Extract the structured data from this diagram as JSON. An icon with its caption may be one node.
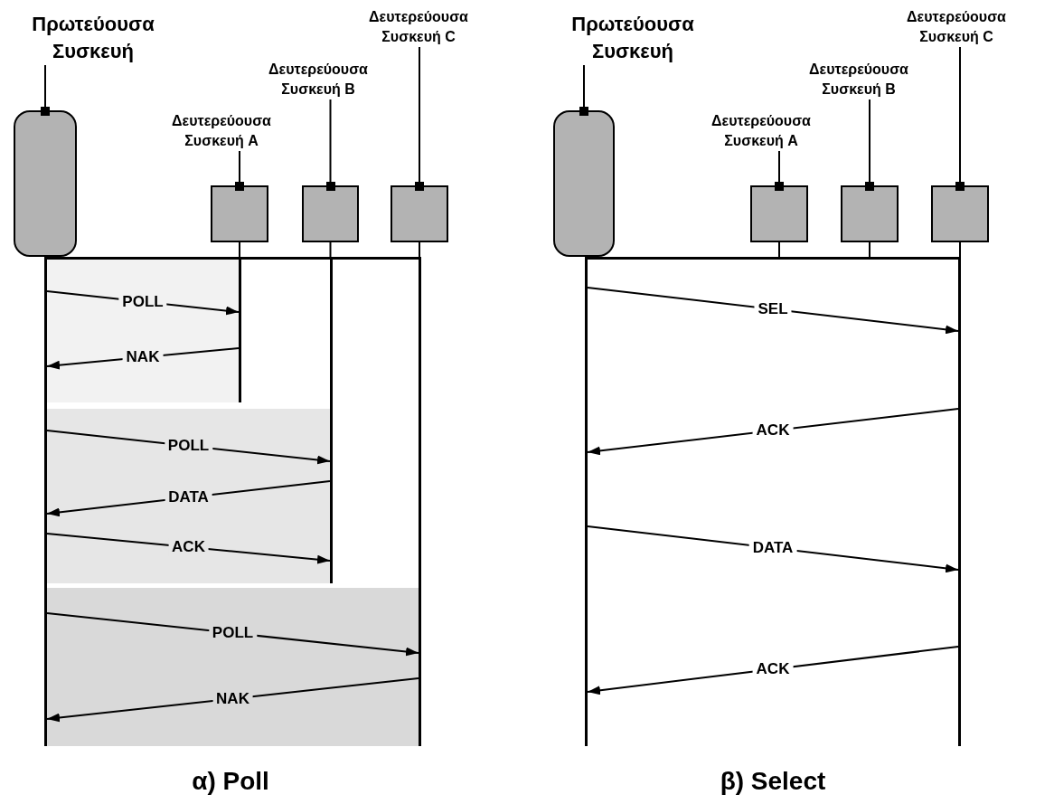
{
  "diagram": {
    "nodes": [
      {
        "text": [
          "Πρωτεύουσα Συσκευή"
        ]
      },
      {
        "text": [
          "Δευτερεύουσα Συσκευή A"
        ]
      },
      {
        "text": [
          "Δευτερεύουσα Συσκευή B"
        ]
      },
      {
        "text": [
          "Δευτερεύουσα Συσκευή C"
        ]
      },
      {
        "text": [
          "Πρωτεύουσα Συσκευή"
        ]
      },
      {
        "text": [
          "Δευτερεύουσα Συσκευή A"
        ]
      },
      {
        "text": [
          "Δευτερεύουσα Συσκευή B"
        ]
      },
      {
        "text": [
          "Δευτερεύουσα Συσκευή C"
        ]
      },
      {
        "text": [],
        "shape": "box"
      },
      {
        "text": [],
        "shape": "box"
      },
      {
        "text": [],
        "shape": "box"
      },
      {
        "text": [],
        "shape": "box"
      },
      {
        "text": [],
        "shape": "box"
      },
      {
        "text": [],
        "shape": "box"
      },
      {
        "text": [],
        "shape": "box"
      },
      {
        "text": [],
        "shape": "box"
      },
      {
        "text": [],
        "shape": "bar"
      },
      {
        "text": [],
        "shape": "bar"
      },
      {
        "text": [],
        "shape": "bar"
      },
      {
        "text": [],
        "shape": "bar"
      },
      {
        "text": [],
        "shape": "bar"
      },
      {
        "text": [],
        "shape": "bar"
      },
      {
        "text": [],
        "shape": "bar"
      },
      {
        "text": [],
        "shape": "bar"
      }
    ],
    "edges": [
      {
        "from": 0,
        "to": 8,
        "arrow": "none"
      },
      {
        "from": 1,
        "to": 9,
        "arrow": "none"
      },
      {
        "from": 2,
        "to": 10,
        "arrow": "none"
      },
      {
        "from": 3,
        "to": 11,
        "arrow": "none"
      },
      {
        "from": 4,
        "to": 12,
        "arrow": "none"
      },
      {
        "from": 5,
        "to": 13,
        "arrow": "none"
      },
      {
        "from": 6,
        "to": 14,
        "arrow": "none"
      },
      {
        "from": 7,
        "to": 15,
        "arrow": "none"
      },
      {
        "from": 9,
        "to": 16,
        "arrow": "none"
      },
      {
        "from": 10,
        "to": 16,
        "arrow": "none"
      },
      {
        "from": 11,
        "to": 16,
        "arrow": "none"
      },
      {
        "from": 13,
        "to": 17,
        "arrow": "none"
      },
      {
        "from": 14,
        "to": 17,
        "arrow": "none"
      },
      {
        "from": 15,
        "to": 17,
        "arrow": "none"
      },
      {
        "from": 18,
        "to": 19,
        "arrow": "to",
        "label": "POLL"
      },
      {
        "from": 19,
        "to": 18,
        "arrow": "to",
        "label": "NAK"
      },
      {
        "from": 18,
        "to": 20,
        "arrow": "to",
        "label": "POLL"
      },
      {
        "from": 20,
        "to": 18,
        "arrow": "to",
        "label": "DATA"
      },
      {
        "from": 18,
        "to": 20,
        "arrow": "to",
        "label": "ACK"
      },
      {
        "from": 18,
        "to": 21,
        "arrow": "to",
        "label": "POLL"
      },
      {
        "from": 21,
        "to": 18,
        "arrow": "to",
        "label": "NAK"
      },
      {
        "from": 22,
        "to": 23,
        "arrow": "to",
        "label": "SEL"
      },
      {
        "from": 23,
        "to": 22,
        "arrow": "to",
        "label": "ACK"
      },
      {
        "from": 22,
        "to": 23,
        "arrow": "to",
        "label": "DATA"
      },
      {
        "from": 23,
        "to": 22,
        "arrow": "to",
        "label": "ACK"
      }
    ],
    "labels": [
      "α) Poll",
      "β) Select"
    ]
  }
}
